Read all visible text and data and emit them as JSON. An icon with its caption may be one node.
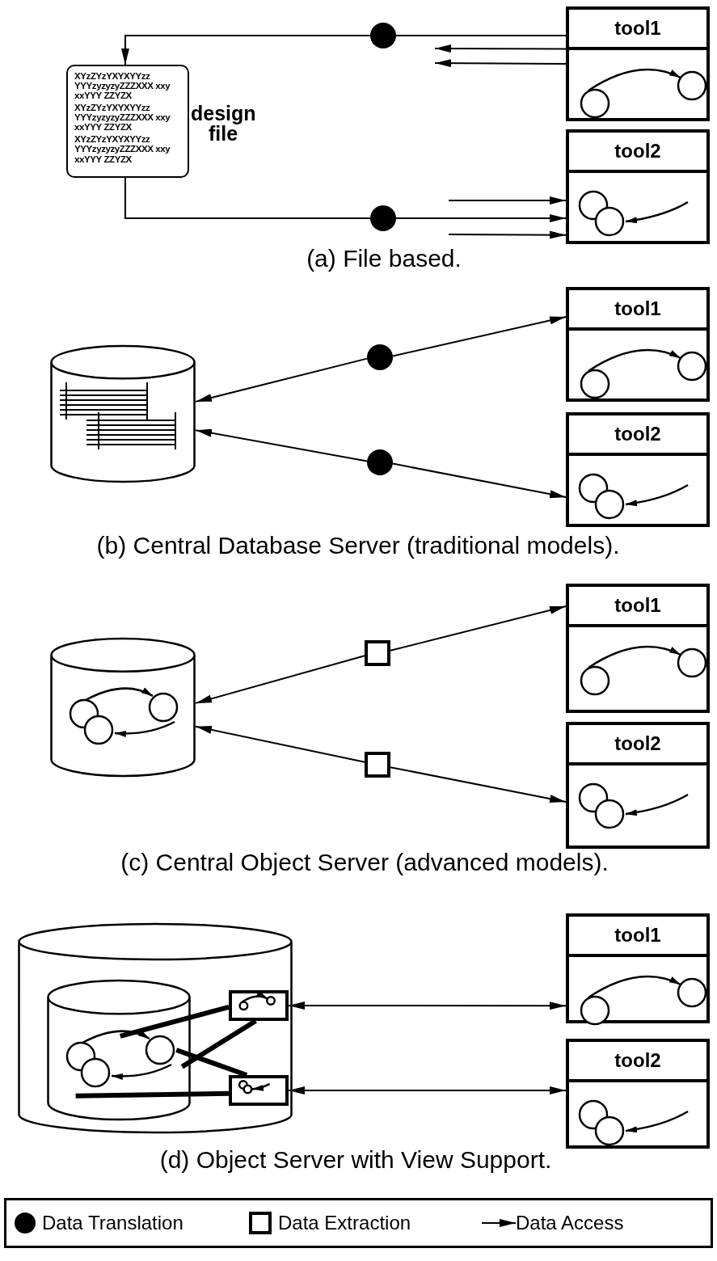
{
  "diagram": {
    "nodes": [
      {
        "text": [
          "XYzZYzYXYXYYzz YYYzyzyzyZZZXXX xxy xxYYY ZZYZX",
          "XYzZYzYXYXYYzz YYYzyzyzyZZZXXX xxy xxYYY ZZYZX",
          "XYzZYzYXYXYYzz YYYzyzyzyZZZXXX xxy xxYYY ZZYZX"
        ],
        "beside": [
          "design file"
        ]
      },
      {
        "text": [],
        "shape": "circle"
      },
      {
        "text": [],
        "shape": "circle"
      },
      {
        "text": [
          "tool1"
        ]
      },
      {
        "text": [
          "tool2"
        ]
      },
      {
        "text": [],
        "shape": "cylinder"
      },
      {
        "text": [],
        "shape": "circle"
      },
      {
        "text": [],
        "shape": "circle"
      },
      {
        "text": [
          "tool1"
        ]
      },
      {
        "text": [
          "tool2"
        ]
      },
      {
        "text": [],
        "shape": "cylinder"
      },
      {
        "text": [],
        "shape": "box"
      },
      {
        "text": [],
        "shape": "box"
      },
      {
        "text": [
          "tool1"
        ]
      },
      {
        "text": [
          "tool2"
        ]
      },
      {
        "text": [],
        "shape": "cylinder"
      },
      {
        "text": [],
        "shape": "cylinder",
        "in": 15
      },
      {
        "text": [],
        "shape": "box",
        "in": 15
      },
      {
        "text": [],
        "shape": "box",
        "in": 15
      },
      {
        "text": [
          "tool1"
        ]
      },
      {
        "text": [
          "tool2"
        ]
      }
    ],
    "edges": [
      {
        "from": 3,
        "to": 1,
        "arrow": "none"
      },
      {
        "from": 1,
        "to": 0,
        "arrow": "to"
      },
      {
        "from": 3,
        "to": null,
        "arrow": "to"
      },
      {
        "from": 3,
        "to": null,
        "arrow": "to"
      },
      {
        "from": 0,
        "to": 2,
        "arrow": "none"
      },
      {
        "from": 2,
        "to": 4,
        "arrow": "to"
      },
      {
        "from": null,
        "to": 4,
        "arrow": "to"
      },
      {
        "from": null,
        "to": 4,
        "arrow": "to"
      },
      {
        "from": 6,
        "to": 5,
        "arrow": "to"
      },
      {
        "from": 6,
        "to": 8,
        "arrow": "to"
      },
      {
        "from": 7,
        "to": 5,
        "arrow": "to"
      },
      {
        "from": 7,
        "to": 9,
        "arrow": "to"
      },
      {
        "from": 11,
        "to": 10,
        "arrow": "to"
      },
      {
        "from": 11,
        "to": 13,
        "arrow": "to"
      },
      {
        "from": 12,
        "to": 10,
        "arrow": "to"
      },
      {
        "from": 12,
        "to": 14,
        "arrow": "to"
      },
      {
        "from": 17,
        "to": 19,
        "arrow": "both"
      },
      {
        "from": 18,
        "to": 20,
        "arrow": "both"
      },
      {
        "from": 16,
        "to": 17,
        "arrow": "none",
        "style": "thick"
      },
      {
        "from": 16,
        "to": 17,
        "arrow": "none",
        "style": "thick"
      },
      {
        "from": 16,
        "to": 18,
        "arrow": "none",
        "style": "thick"
      },
      {
        "from": 16,
        "to": 18,
        "arrow": "none",
        "style": "thick"
      }
    ],
    "labels": [
      "(a) File based.",
      "(b) Central Database Server (traditional models).",
      "(c) Central Object Server (advanced models).",
      "(d) Object Server with View Support."
    ],
    "legend": [
      {
        "text": "Data Translation"
      },
      {
        "text": "Data Extraction"
      },
      {
        "text": "Data Access"
      }
    ]
  }
}
